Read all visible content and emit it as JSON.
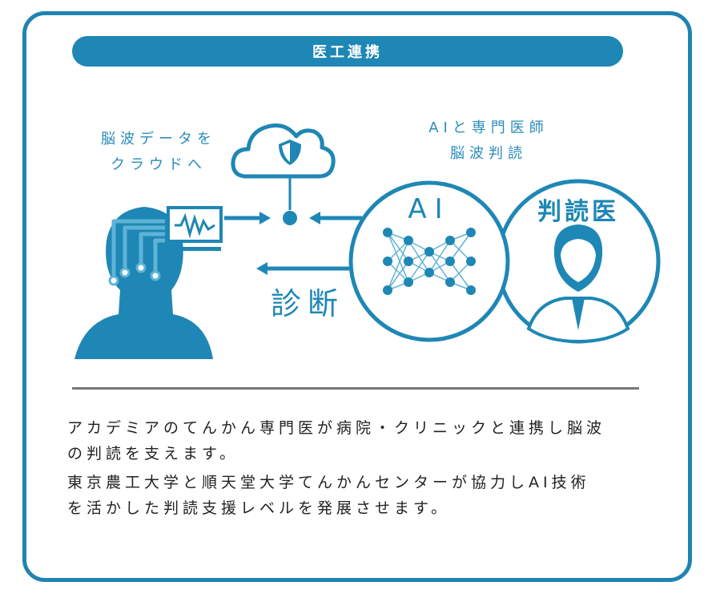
{
  "title": "医工連携",
  "caption_left": [
    "脳波データを",
    "クラウドへ"
  ],
  "caption_right": [
    "AIと専門医師",
    "脳波判読"
  ],
  "diagnosis_label": "診断",
  "ai_label": "AI",
  "doctor_label": "判読医",
  "paragraphs": [
    [
      "アカデミアのてんかん専門医が病院・クリニックと連携し脳波",
      "の判読を支えます。"
    ],
    [
      "東京農工大学と順天堂大学てんかんセンターが協力しAI技術",
      "を活かした判読支援レベルを発展させます。"
    ]
  ],
  "colors": {
    "primary": "#1e87b5",
    "light": "#5fb3d6",
    "text": "#222222",
    "divider": "#777777"
  }
}
